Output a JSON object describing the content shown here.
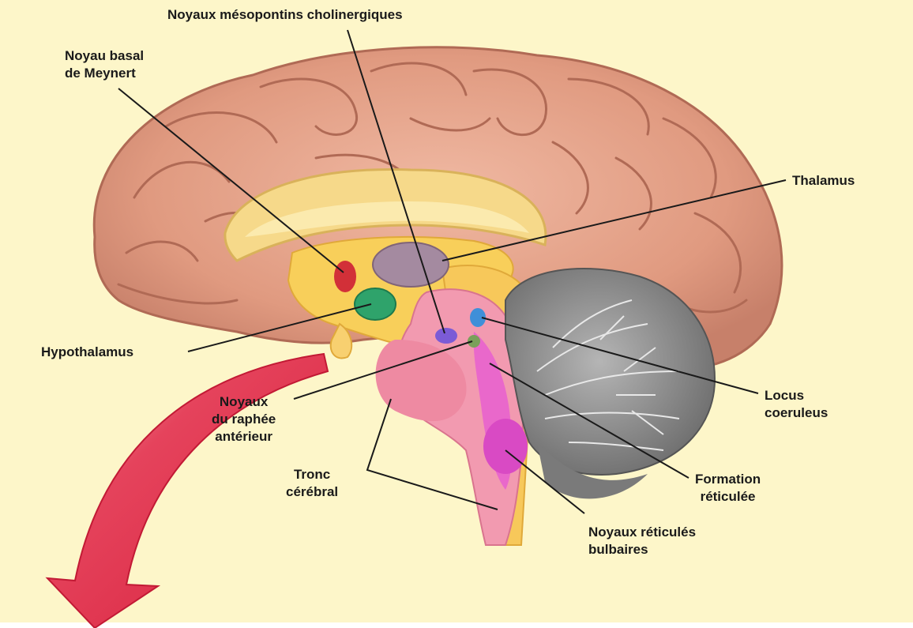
{
  "labels": {
    "mesopontins": "Noyaux mésopontins cholinergiques",
    "meynert_1": "Noyau basal",
    "meynert_2": "de Meynert",
    "thalamus": "Thalamus",
    "hypothalamus": "Hypothalamus",
    "raphe_1": "Noyaux",
    "raphe_2": "du raphée",
    "raphe_3": "antérieur",
    "locus_1": "Locus",
    "locus_2": "coeruleus",
    "tronc_1": "Tronc",
    "tronc_2": "cérébral",
    "formation_1": "Formation",
    "formation_2": "réticulée",
    "bulbaires_1": "Noyaux réticulés",
    "bulbaires_2": "bulbaires"
  },
  "colors": {
    "background": "#fdf6c9",
    "cortex": "#e3a189",
    "cortex_dark": "#b8705a",
    "corpus": "#f6d98a",
    "thalamus": "#a48aa0",
    "hypothalamus": "#2fa36b",
    "meynert": "#d23038",
    "brainstem": "#f29ab0",
    "reticular": "#e85fd0",
    "cerebellum": "#8c8c8c",
    "arrow": "#e0304a"
  }
}
